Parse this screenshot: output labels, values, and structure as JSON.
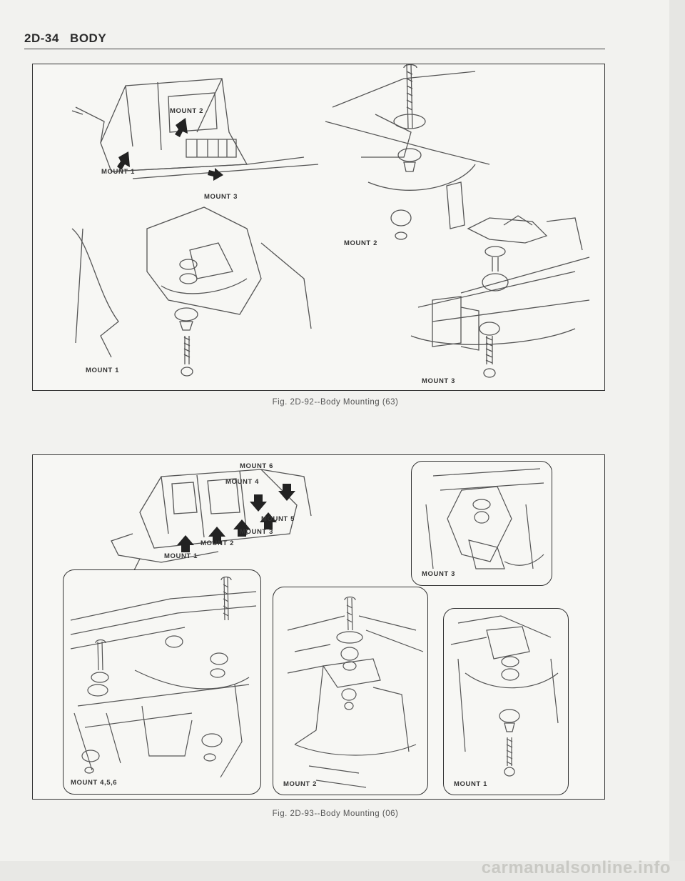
{
  "header": {
    "section": "2D-34",
    "title": "BODY"
  },
  "fig92": {
    "caption": "Fig. 2D-92--Body Mounting (63)",
    "labels": {
      "m1_top": "MOUNT 1",
      "m2_top": "MOUNT 2",
      "m3_top": "MOUNT 3",
      "m1_detail": "MOUNT 1",
      "m2_detail": "MOUNT 2",
      "m3_detail": "MOUNT 3"
    }
  },
  "fig93": {
    "caption": "Fig. 2D-93--Body Mounting (06)",
    "labels": {
      "m6": "MOUNT 6",
      "m4": "MOUNT 4",
      "m5": "MOUNT 5",
      "m3": "MOUNT 3",
      "m2": "MOUNT 2",
      "m1": "MOUNT 1"
    },
    "insets": {
      "m3": "MOUNT 3",
      "m456": "MOUNT 4,5,6",
      "m2": "MOUNT 2",
      "m1": "MOUNT 1"
    }
  },
  "watermark": "carmanualsonline.info",
  "colors": {
    "ink": "#333333",
    "paper": "#f7f7f4",
    "arrow": "#222222"
  }
}
